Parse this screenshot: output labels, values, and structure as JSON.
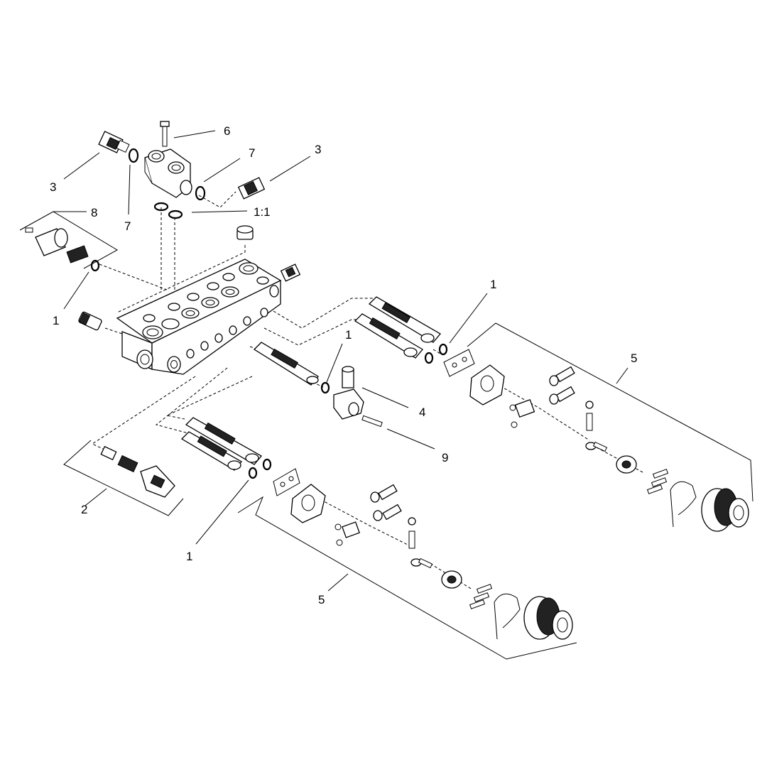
{
  "diagram": {
    "type": "exploded-parts-view",
    "callouts": {
      "c6": "6",
      "c3_left": "3",
      "c3_right": "3",
      "c7_top": "7",
      "c7_left": "7",
      "c8": "8",
      "c1_1": "1:1",
      "c1_left": "1",
      "c1_top_right": "1",
      "c1_center": "1",
      "c1_bottom": "1",
      "c4": "4",
      "c9": "9",
      "c5_right": "5",
      "c5_bottom": "5",
      "c2": "2"
    }
  }
}
